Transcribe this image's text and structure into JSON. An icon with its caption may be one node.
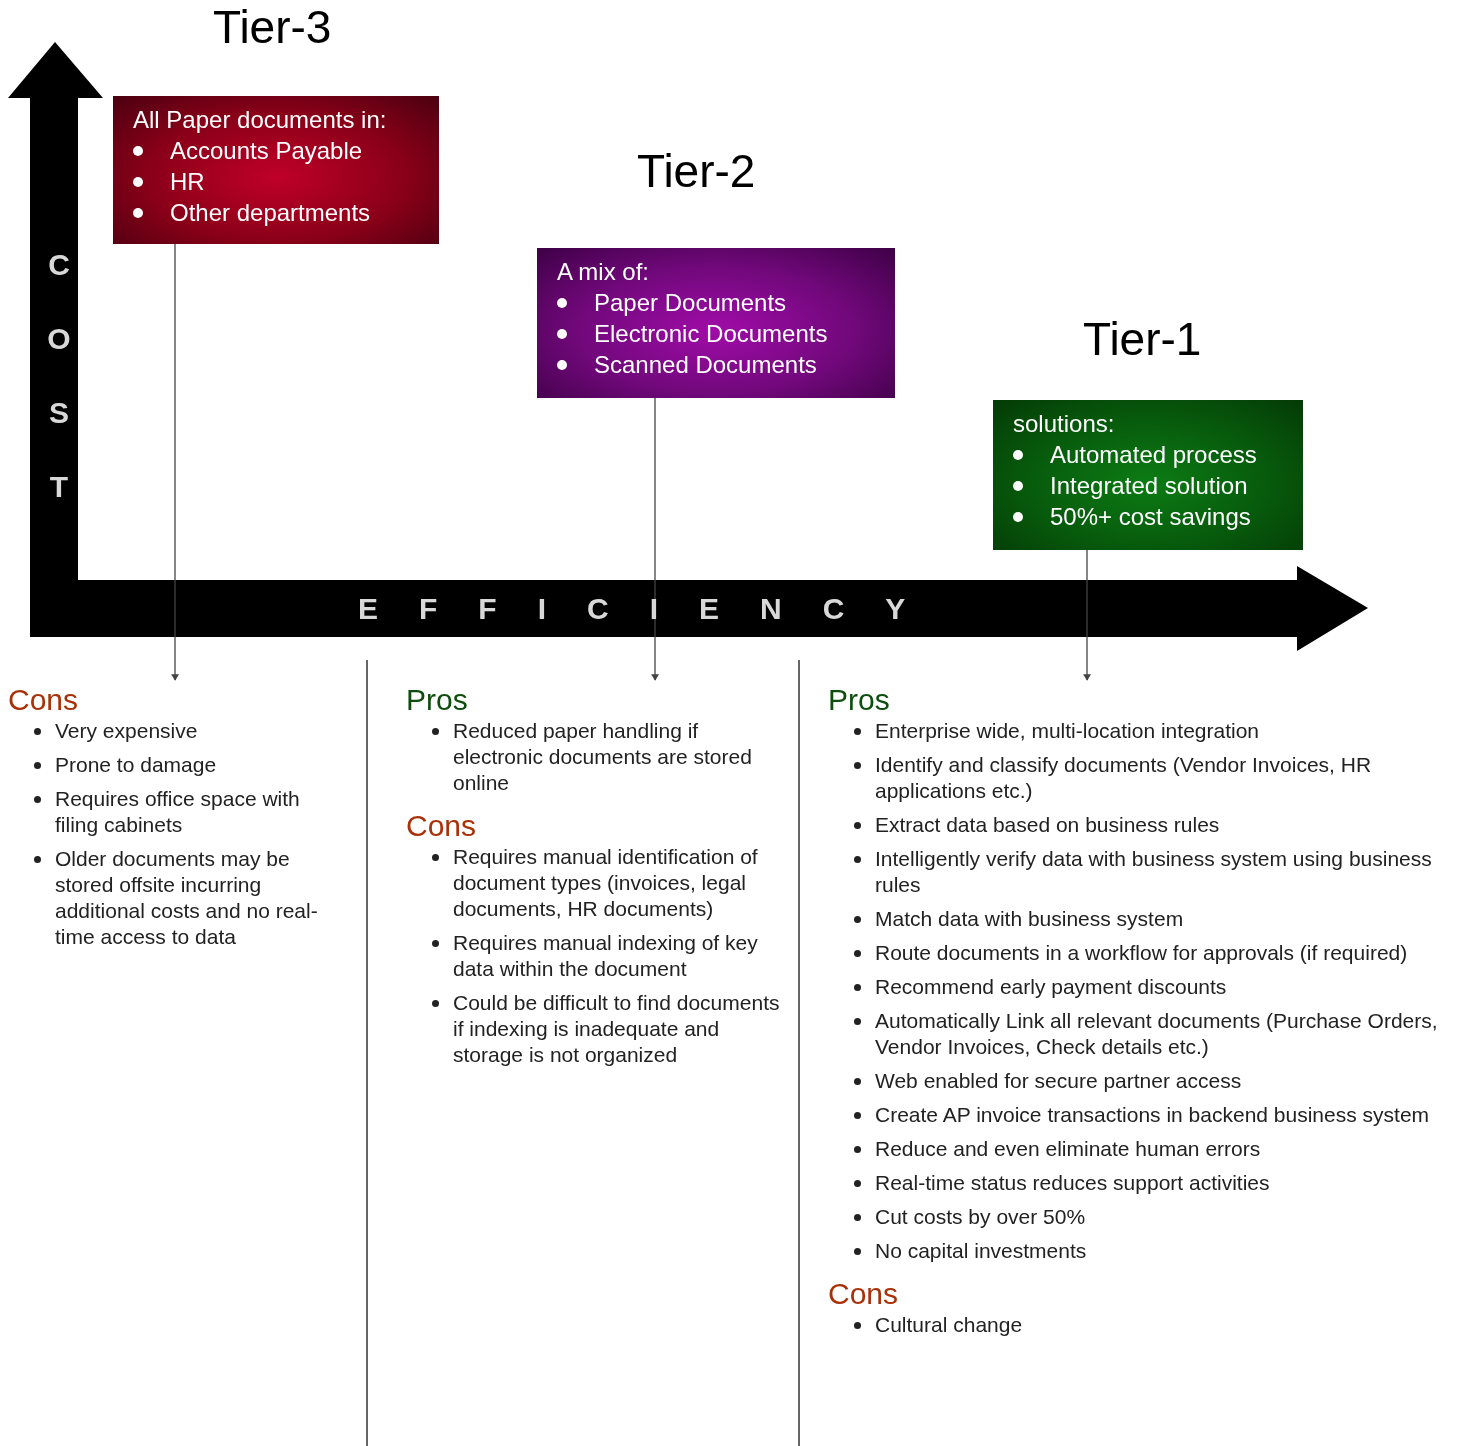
{
  "diagram": {
    "nodes": [
      {
        "text": [
          "All Paper documents in:",
          "Accounts Payable",
          "HR",
          "Other departments"
        ],
        "beside": [
          "Tier-3"
        ]
      },
      {
        "text": [
          "A mix of:",
          "Paper Documents",
          "Electronic Documents",
          "Scanned Documents"
        ],
        "beside": [
          "Tier-2"
        ]
      },
      {
        "text": [
          "solutions:",
          "Automated process",
          "Integrated solution",
          "50%+ cost savings"
        ],
        "beside": [
          "Tier-1"
        ]
      },
      {
        "text": [
          "Cons",
          "Very expensive",
          "Prone to damage",
          "Requires office space with filing cabinets",
          "Older documents may be stored offsite incurring additional costs and no real-time access to data"
        ]
      },
      {
        "text": [
          "Pros",
          "Reduced paper handling if electronic documents are stored online"
        ]
      },
      {
        "text": [
          "Cons",
          "Requires manual identification of document types (invoices, legal documents, HR documents)",
          "Requires manual indexing of key data within the document",
          "Could be difficult to find documents if indexing is inadequate and storage is not organized"
        ]
      },
      {
        "text": [
          "Pros",
          "Enterprise wide, multi-location integration",
          "Identify and classify documents (Vendor Invoices, HR applications etc.)",
          "Extract data based on business rules",
          "Intelligently verify data with business system using business rules",
          "Match data with business system",
          "Route documents in a workflow for approvals (if required)",
          "Recommend early payment discounts",
          "Automatically Link all relevant documents (Purchase Orders, Vendor Invoices, Check details etc.)",
          "Web enabled for secure partner access",
          "Create AP invoice transactions in backend business system",
          "Reduce and even eliminate human errors",
          "Real-time status reduces support activities",
          "Cut costs by over 50%",
          "No capital investments"
        ]
      },
      {
        "text": [
          "Cons",
          "Cultural change"
        ]
      }
    ],
    "edges": [
      {
        "from": 0,
        "to": 3,
        "arrow": "to"
      },
      {
        "from": 1,
        "to": 4,
        "arrow": "to"
      },
      {
        "from": 2,
        "to": 6,
        "arrow": "to"
      }
    ],
    "labels": [
      "COST",
      "EFFICIENCY"
    ]
  }
}
